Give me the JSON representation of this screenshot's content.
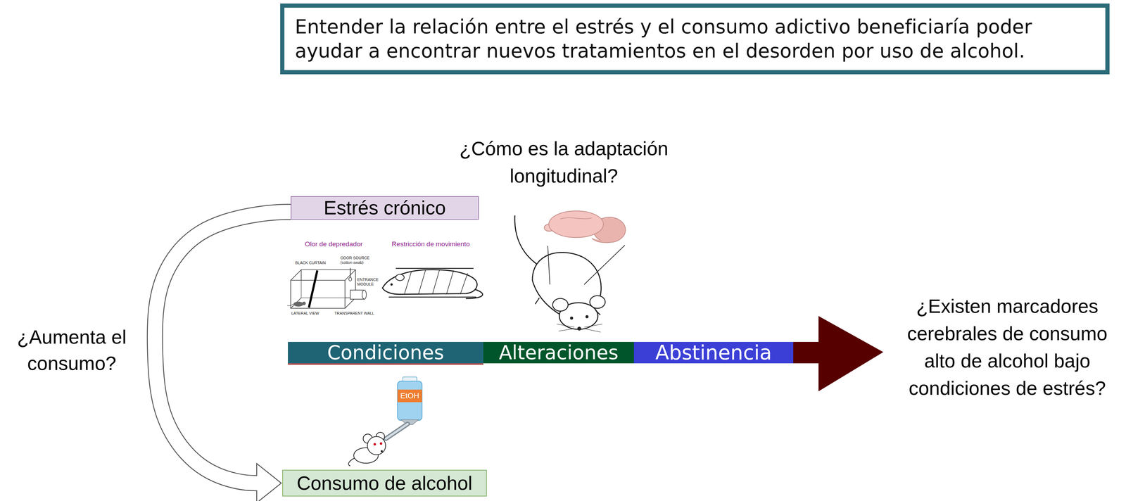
{
  "diagram": {
    "nodes": [
      {
        "text": [
          "Entender la relación entre el estrés y el consumo adictivo beneficiaría poder ayudar a encontrar nuevos tratamientos en el desorden por uso de alcohol."
        ]
      },
      {
        "text": [
          "Estrés crónico"
        ]
      },
      {
        "text": [
          "Condiciones"
        ]
      },
      {
        "text": [
          "Alteraciones"
        ]
      },
      {
        "text": [
          "Abstinencia"
        ]
      },
      {
        "text": [
          "Consumo de alcohol"
        ]
      }
    ],
    "edges": [
      {
        "from": 1,
        "to": 5,
        "arrow": "to"
      }
    ],
    "labels": [
      "¿Cómo es la adaptación longitudinal?",
      "Olor de depredador",
      "Restricción de movimiento",
      "BLACK CURTAIN",
      "ODOR SOURCE (cotton swab)",
      "ENTRANCE MODULE",
      "LATERAL VIEW",
      "TRANSPARENT WALL",
      "¿Aumenta el consumo?",
      "EtOH",
      "¿Existen marcadores cerebrales de consumo alto de alcohol bajo condiciones de estrés?"
    ]
  }
}
